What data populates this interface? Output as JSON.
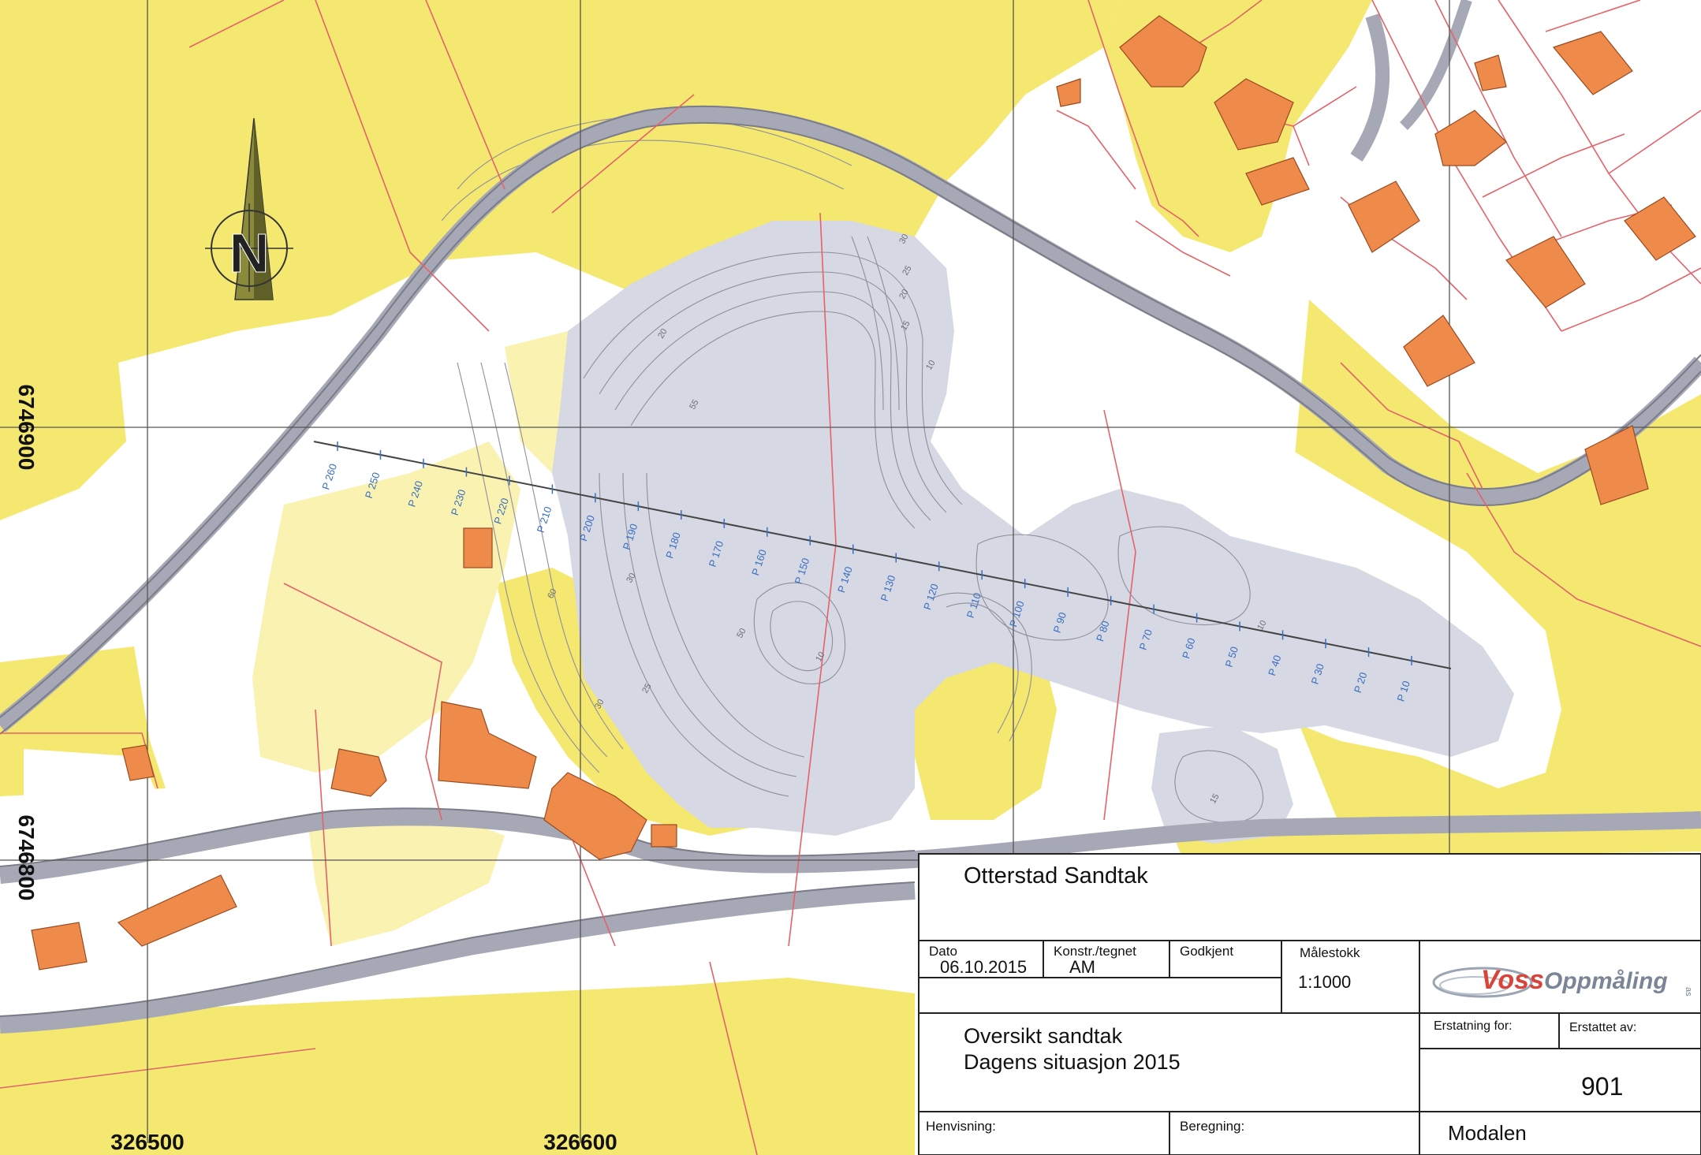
{
  "map": {
    "north_arrow_letter": "N",
    "coordinates": {
      "y_upper": "6746900",
      "y_lower": "6746800",
      "x_left": "326500",
      "x_right": "326600"
    },
    "profile_labels": [
      "P 260",
      "P 250",
      "P 240",
      "P 230",
      "P 220",
      "P 210",
      "P 200",
      "P 190",
      "P 180",
      "P 170",
      "P 160",
      "P 150",
      "P 140",
      "P 130",
      "P 120",
      "P 110",
      "P 100",
      "P 90",
      "P 80",
      "P 70",
      "P 60",
      "P 50",
      "P 40",
      "P 30",
      "P 20",
      "P 10"
    ],
    "contour_labels": [
      "30",
      "25",
      "20",
      "15",
      "10",
      "10",
      "10",
      "15",
      "20",
      "25",
      "30",
      "30",
      "50",
      "55",
      "60"
    ],
    "colors": {
      "yellow": "#f4e870",
      "light_yellow": "#f9f2b0",
      "grey_area": "#d6d8e4",
      "road": "#a6a8b6",
      "building": "#ee8a4a",
      "property_line": "#e4626a",
      "profile_label": "#3a6fc0"
    }
  },
  "title_block": {
    "project_title": "Otterstad Sandtak",
    "date_label": "Dato",
    "date_value": "06.10.2015",
    "drawn_label": "Konstr./tegnet",
    "drawn_value": "AM",
    "approved_label": "Godkjent",
    "scale_label": "Målestokk",
    "scale_value": "1:1000",
    "logo_part1": "Voss",
    "logo_part2": "Oppmåling",
    "logo_suffix": "as",
    "drawing_title_line1": "Oversikt sandtak",
    "drawing_title_line2": "Dagens situasjon 2015",
    "replaces_label": "Erstatning for:",
    "replaced_by_label": "Erstattet av:",
    "drawing_number": "901",
    "reference_label": "Henvisning:",
    "calculation_label": "Beregning:",
    "municipality": "Modalen"
  }
}
